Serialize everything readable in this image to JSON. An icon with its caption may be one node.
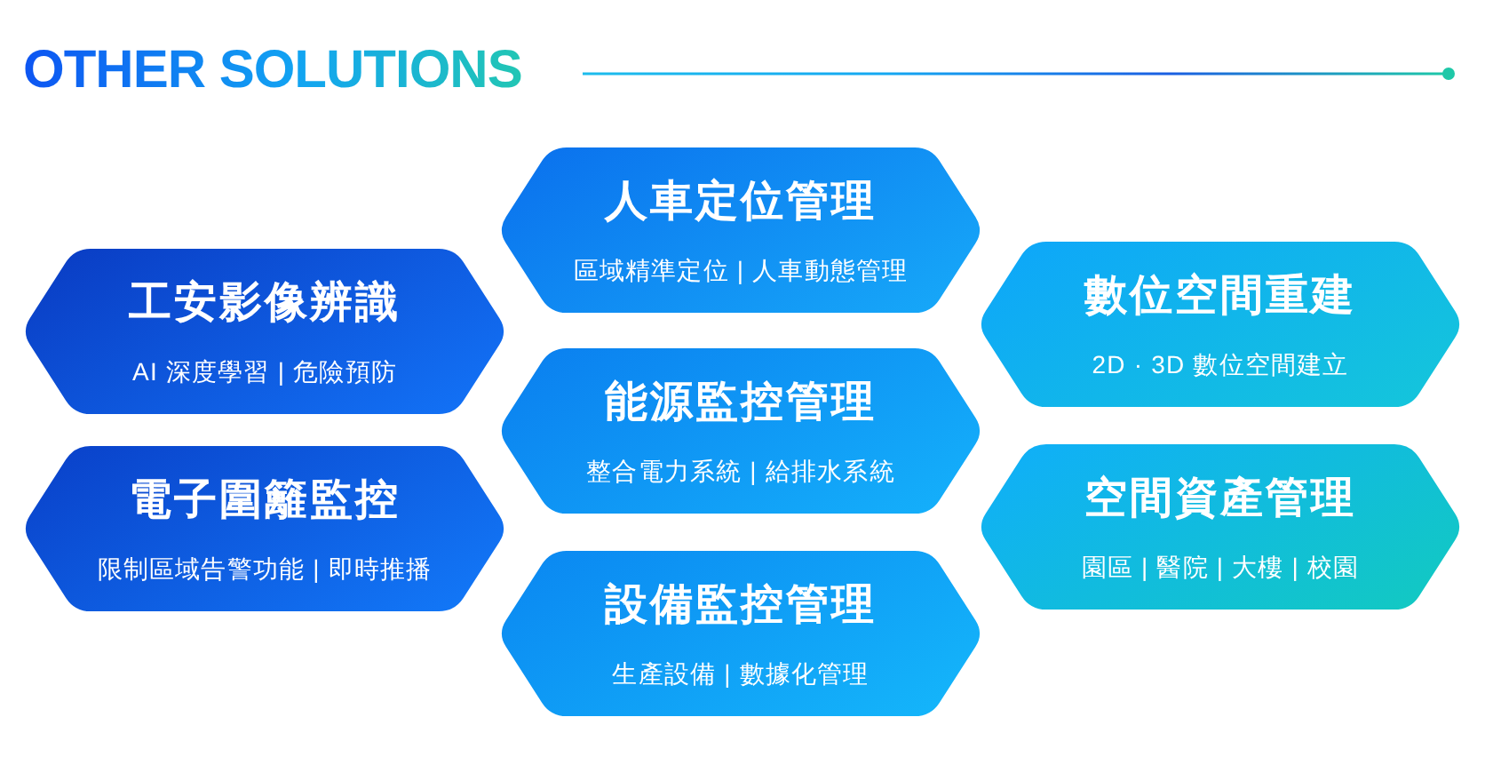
{
  "diagram": {
    "title": "OTHER SOLUTIONS",
    "nodes": [
      {
        "text": [
          "工安影像辨識",
          "AI 深度學習 | 危險預防"
        ]
      },
      {
        "text": [
          "電子圍籬監控",
          "限制區域告警功能 | 即時推播"
        ]
      },
      {
        "text": [
          "人車定位管理",
          "區域精準定位 | 人車動態管理"
        ]
      },
      {
        "text": [
          "能源監控管理",
          "整合電力系統 | 給排水系統"
        ]
      },
      {
        "text": [
          "設備監控管理",
          "生產設備 | 數據化管理"
        ]
      },
      {
        "text": [
          "數位空間重建",
          "2D · 3D 數位空間建立"
        ]
      },
      {
        "text": [
          "空間資產管理",
          "園區 | 醫院 | 大樓 | 校園"
        ]
      }
    ]
  }
}
